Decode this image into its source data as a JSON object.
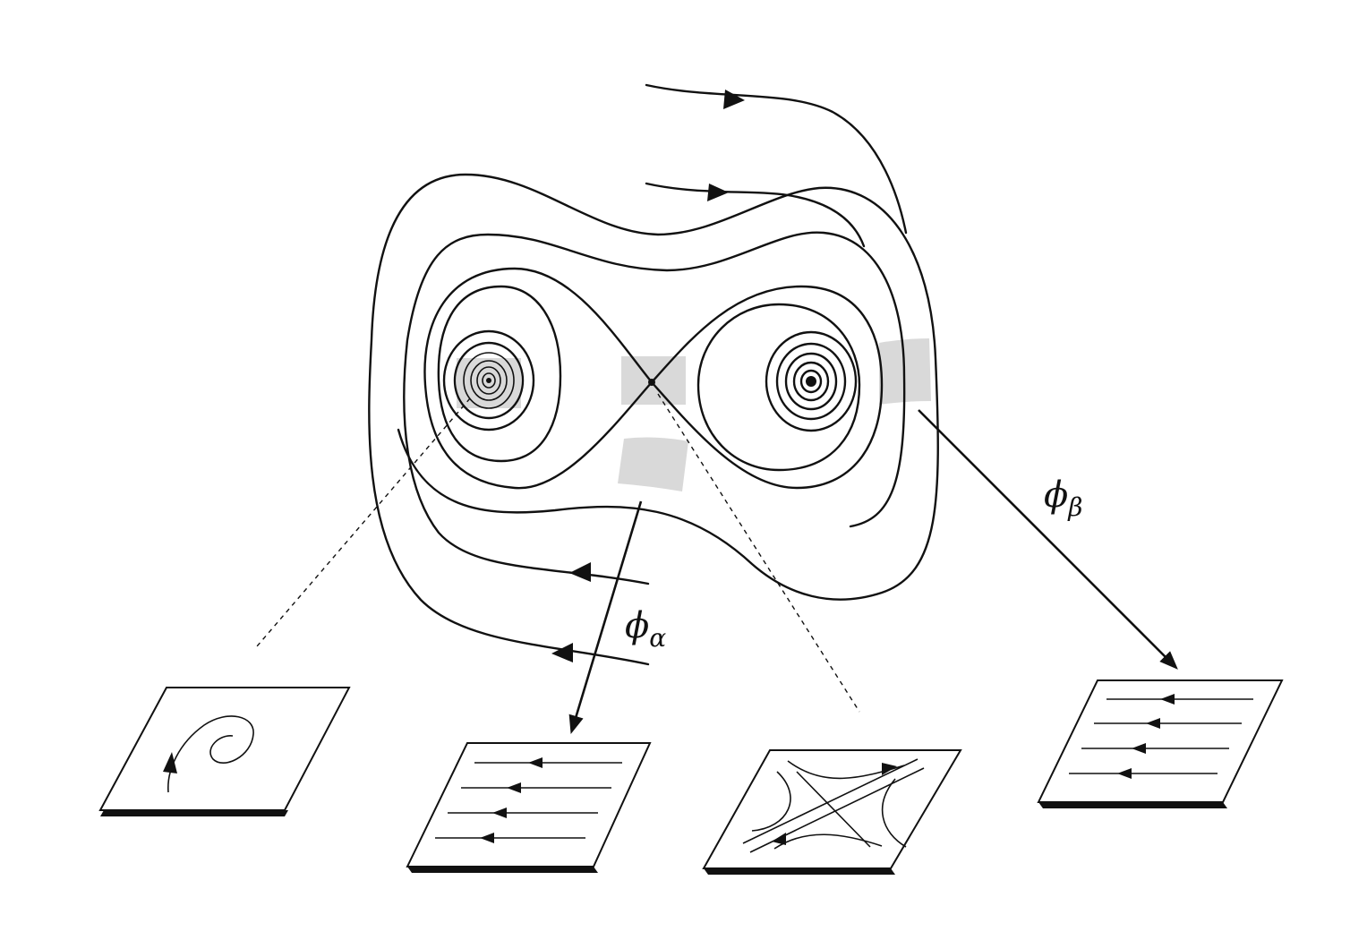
{
  "labels": {
    "map_alpha": {
      "symbol": "ϕ",
      "subscript": "α"
    },
    "map_beta": {
      "symbol": "ϕ",
      "subscript": "β"
    }
  },
  "colors": {
    "stroke": "#111111",
    "patch": "#d9d9d9",
    "background": "#ffffff"
  }
}
